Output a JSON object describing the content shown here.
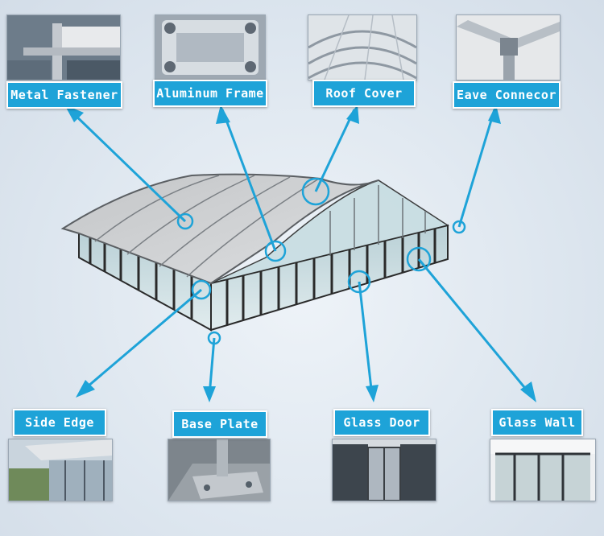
{
  "colors": {
    "accent": "#1ea3d8",
    "label_text": "#ffffff",
    "frame": "#2a2a2a",
    "roof": "#cfd1d3",
    "glass": "#bfd4d9",
    "background": "#dde6ef"
  },
  "callouts": {
    "metal_fastener": "Metal Fastener",
    "aluminum_frame": "Aluminum Frame",
    "roof_cover": "Roof Cover",
    "eave_connector": "Eave Connecor",
    "side_edge": "Side Edge",
    "base_plate": "Base Plate",
    "glass_door": "Glass Door",
    "glass_wall": "Glass Wall"
  }
}
